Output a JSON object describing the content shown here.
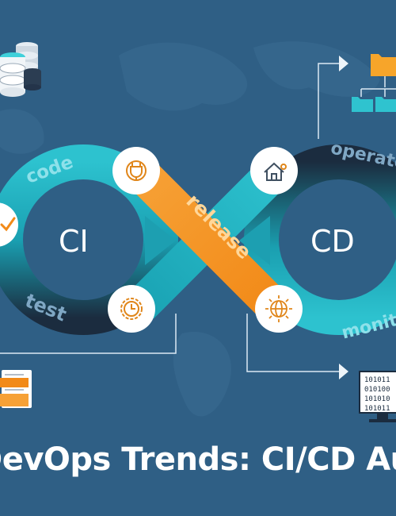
{
  "labels": {
    "code": "code",
    "test": "test",
    "ci": "CI",
    "cd": "CD",
    "release": "release",
    "operate": "operate",
    "monitor": "monitor"
  },
  "binary_lines": [
    "101011",
    "010100",
    "101010",
    "101011"
  ],
  "caption": "DevOps Trends: CI/CD Automation",
  "icons": [
    "database-icon",
    "checkmark-icon",
    "plug-gear-icon",
    "clock-gear-icon",
    "home-gear-icon",
    "network-globe-icon",
    "folder-tree-icon",
    "document-stack-icon",
    "binary-monitor-icon"
  ],
  "colors": {
    "background": "#2f5f85",
    "teal": "#1fb5c2",
    "dark_navy": "#1b2c3f",
    "orange": "#f7931e",
    "connector": "#dbe9f3"
  }
}
